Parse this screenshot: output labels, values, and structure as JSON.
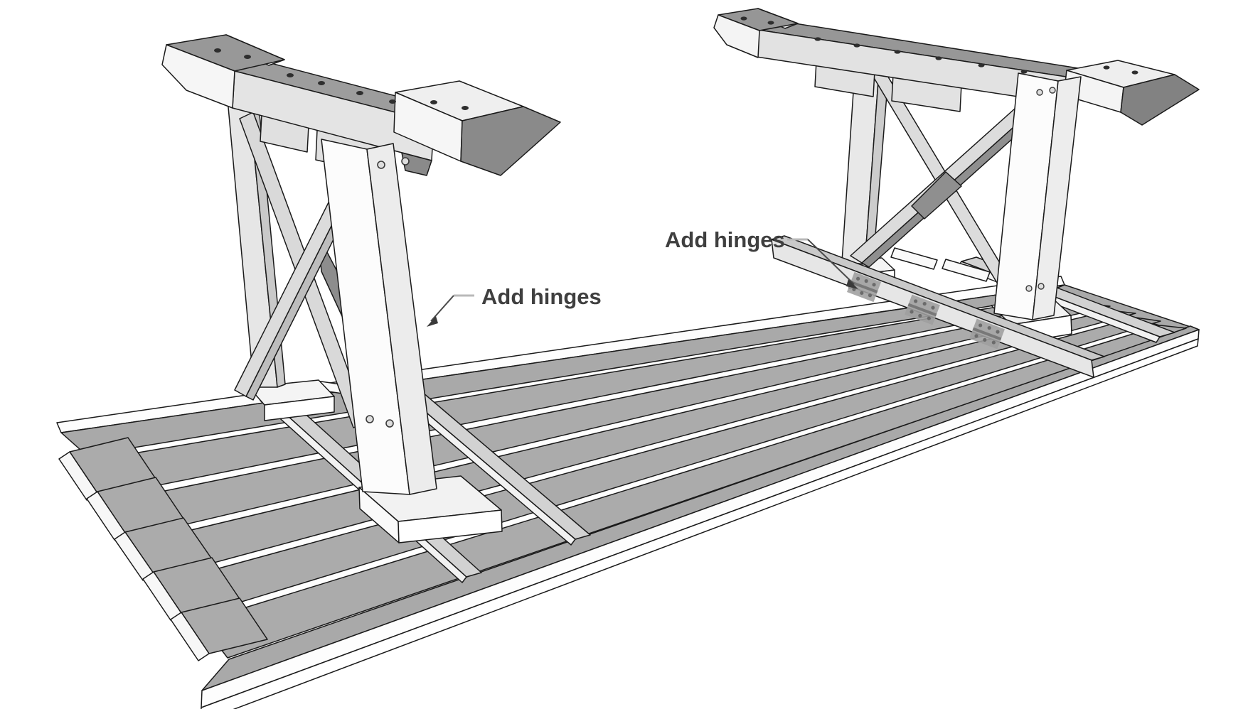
{
  "figure": {
    "type": "assembly-illustration",
    "background_color": "#ffffff",
    "line_color": "#1a1a1a",
    "label_color": "#3f3f3f",
    "labels": {
      "left": "Add hinges",
      "right": "Add hinges"
    },
    "hinges_visible": 3,
    "palette": {
      "plank_gray": "#ababab",
      "frame_rail_gray": "#a9a9a9",
      "beam_top_gray": "#9a9a9a",
      "light_face": "#e3e3e3",
      "white_face": "#fbfbfb",
      "brace_gray": "#d9d9d9",
      "shadow_gray": "#8a8a8a",
      "batten_top_gray": "#cfcfcf",
      "hinge_gray": "#9e9e9e",
      "leader_light": "#b9b9b9",
      "leader_dark": "#4a4a4a"
    }
  }
}
